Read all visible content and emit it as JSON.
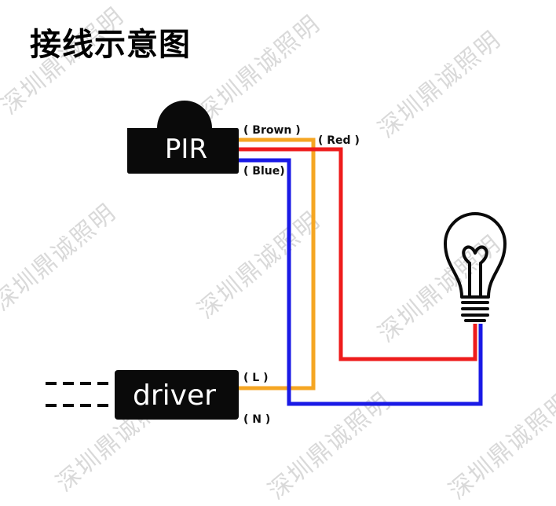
{
  "title": "接线示意图",
  "watermark": "深圳鼎诚照明",
  "components": {
    "pir": "PIR",
    "driver": "driver"
  },
  "wire_labels": {
    "brown": "( Brown )",
    "red": "( Red )",
    "blue": "( Blue)",
    "l": "( L )",
    "n": "( N )"
  },
  "colors": {
    "brown_wire": "#f5a623",
    "red_wire": "#ee1c1c",
    "blue_wire": "#1a1ae6",
    "box": "#0a0a0a",
    "watermark": "#d9d9d9"
  },
  "icons": [
    "light-bulb-icon"
  ]
}
